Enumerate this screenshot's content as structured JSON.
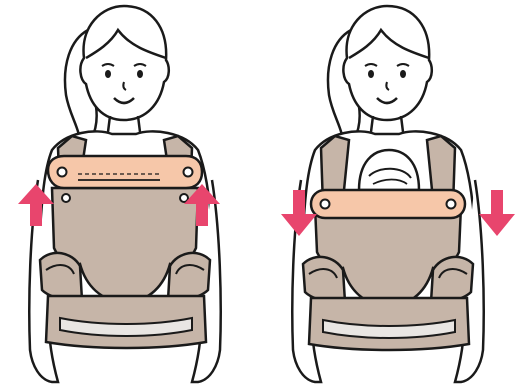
{
  "panels": [
    {
      "id": "hood-raised",
      "arrow_direction": "up"
    },
    {
      "id": "hood-lowered",
      "arrow_direction": "down"
    }
  ],
  "colors": {
    "outline": "#1a1a1a",
    "carrier_body": "#c6b5a8",
    "carrier_shadow": "#a99888",
    "panel_highlight": "#f6c7a9",
    "arrow": "#e8456d",
    "skin": "#ffffff",
    "reflective_strip": "#e9e6e3"
  },
  "icons": [
    "woman-icon",
    "baby-carrier-icon",
    "arrow-up-icon",
    "arrow-down-icon"
  ]
}
